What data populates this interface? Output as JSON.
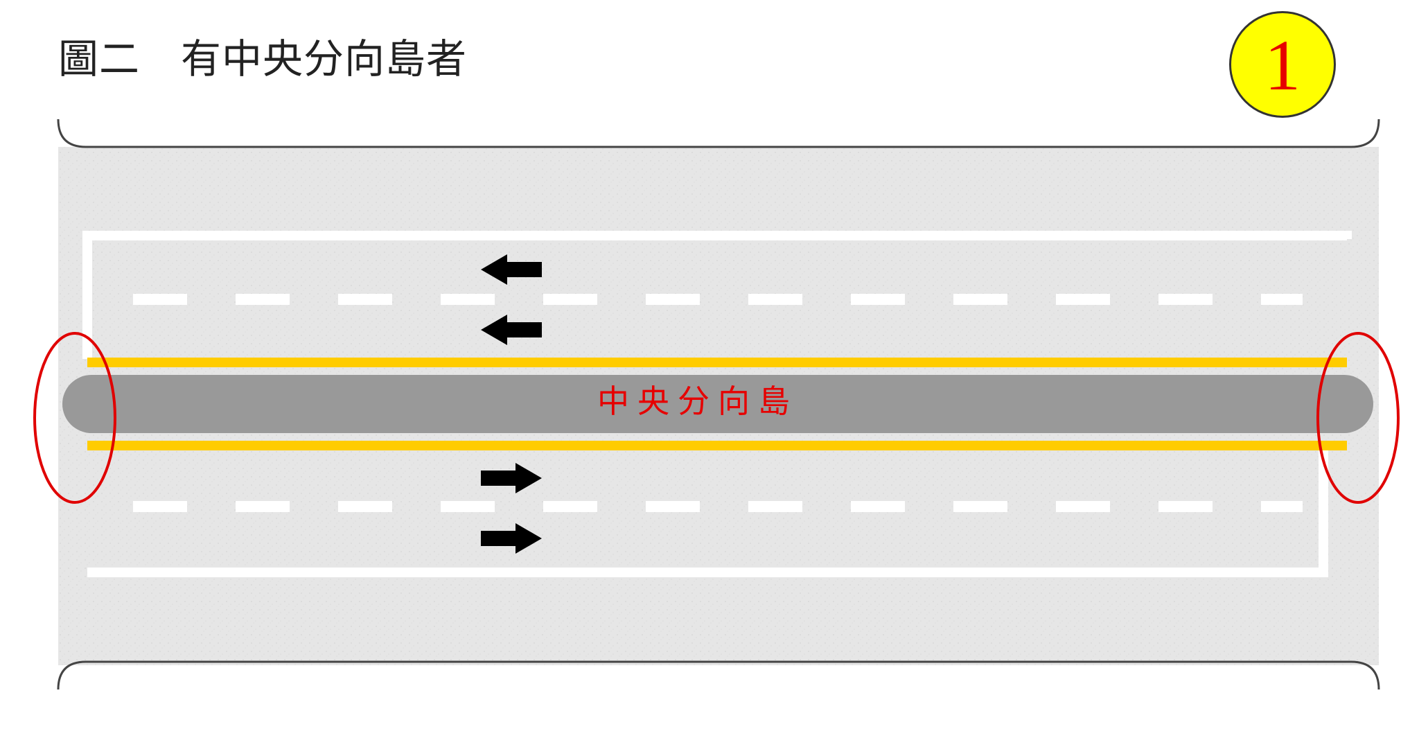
{
  "figure": {
    "title": "圖二　有中央分向島者"
  },
  "badge": {
    "number": "1"
  },
  "median": {
    "label": "中央分向島"
  },
  "colors": {
    "road_surface": "#e5e5e5",
    "median_fill": "#999999",
    "yellow_line": "#ffcc00",
    "highlight_ellipse": "#e00000",
    "badge_fill": "#ffff00",
    "badge_text": "#e60000",
    "arrow": "#000000",
    "lane_marking": "#ffffff"
  },
  "traffic": {
    "upper_direction": "left",
    "lower_direction": "right",
    "arrow_icon": "arrow-icon"
  }
}
